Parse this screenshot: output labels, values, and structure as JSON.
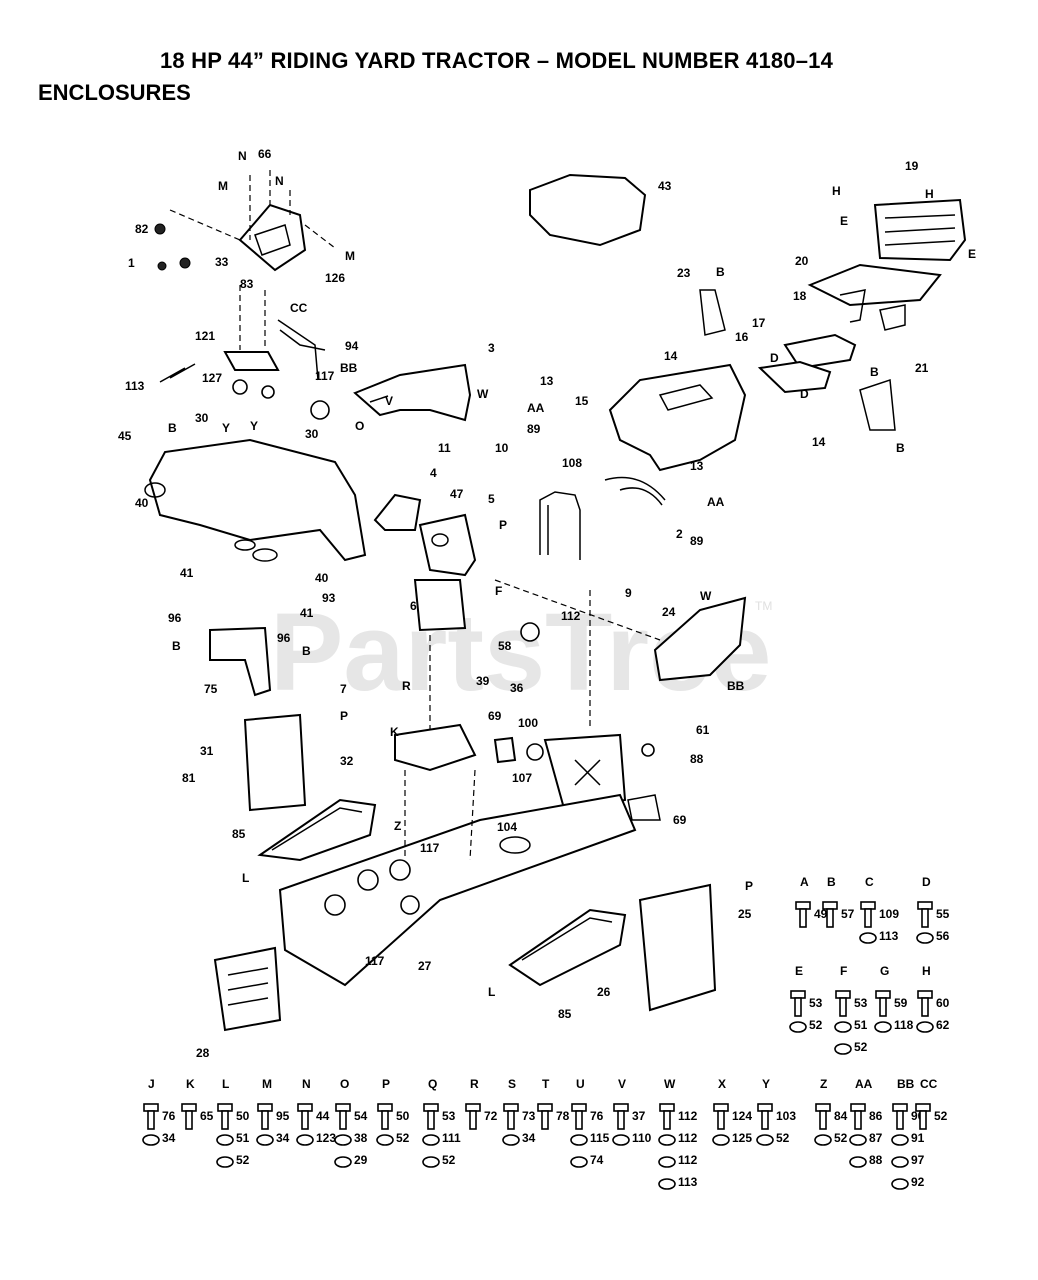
{
  "header": {
    "title": "18 HP 44” RIDING YARD TRACTOR – MODEL NUMBER 4180–14",
    "subtitle": "ENCLOSURES"
  },
  "watermark": {
    "text": "PartsTree",
    "mark": "TM"
  },
  "callouts": [
    {
      "id": "c-n1",
      "text": "N"
    },
    {
      "id": "c-66",
      "text": "66"
    },
    {
      "id": "c-n2",
      "text": "N"
    },
    {
      "id": "c-m1",
      "text": "M"
    },
    {
      "id": "c-82",
      "text": "82"
    },
    {
      "id": "c-1",
      "text": "1"
    },
    {
      "id": "c-33",
      "text": "33"
    },
    {
      "id": "c-m2",
      "text": "M"
    },
    {
      "id": "c-126",
      "text": "126"
    },
    {
      "id": "c-83",
      "text": "83"
    },
    {
      "id": "c-cc",
      "text": "CC"
    },
    {
      "id": "c-121",
      "text": "121"
    },
    {
      "id": "c-94",
      "text": "94"
    },
    {
      "id": "c-113",
      "text": "113"
    },
    {
      "id": "c-127",
      "text": "127"
    },
    {
      "id": "c-117a",
      "text": "117"
    },
    {
      "id": "c-30a",
      "text": "30"
    },
    {
      "id": "c-30b",
      "text": "30"
    },
    {
      "id": "c-3",
      "text": "3"
    },
    {
      "id": "c-bb1",
      "text": "BB"
    },
    {
      "id": "c-v1",
      "text": "V"
    },
    {
      "id": "c-w1",
      "text": "W"
    },
    {
      "id": "c-o1",
      "text": "O"
    },
    {
      "id": "c-11",
      "text": "11"
    },
    {
      "id": "c-45",
      "text": "45"
    },
    {
      "id": "c-b1",
      "text": "B"
    },
    {
      "id": "c-y1",
      "text": "Y"
    },
    {
      "id": "c-y2",
      "text": "Y"
    },
    {
      "id": "c-40a",
      "text": "40"
    },
    {
      "id": "c-40b",
      "text": "40"
    },
    {
      "id": "c-4",
      "text": "4"
    },
    {
      "id": "c-47",
      "text": "47"
    },
    {
      "id": "c-41a",
      "text": "41"
    },
    {
      "id": "c-41b",
      "text": "41"
    },
    {
      "id": "c-93",
      "text": "93"
    },
    {
      "id": "c-96a",
      "text": "96"
    },
    {
      "id": "c-96b",
      "text": "96"
    },
    {
      "id": "c-b2",
      "text": "B"
    },
    {
      "id": "c-b3",
      "text": "B"
    },
    {
      "id": "c-75",
      "text": "75"
    },
    {
      "id": "c-7",
      "text": "7"
    },
    {
      "id": "c-43",
      "text": "43"
    },
    {
      "id": "c-23",
      "text": "23"
    },
    {
      "id": "c-b4",
      "text": "B"
    },
    {
      "id": "c-14a",
      "text": "14"
    },
    {
      "id": "c-13a",
      "text": "13"
    },
    {
      "id": "c-15",
      "text": "15"
    },
    {
      "id": "c-aa1",
      "text": "AA"
    },
    {
      "id": "c-89a",
      "text": "89"
    },
    {
      "id": "c-108",
      "text": "108"
    },
    {
      "id": "c-10",
      "text": "10"
    },
    {
      "id": "c-2",
      "text": "2"
    },
    {
      "id": "c-89b",
      "text": "89"
    },
    {
      "id": "c-aa2",
      "text": "AA"
    },
    {
      "id": "c-13b",
      "text": "13"
    },
    {
      "id": "c-14b",
      "text": "14"
    },
    {
      "id": "c-17",
      "text": "17"
    },
    {
      "id": "c-16",
      "text": "16"
    },
    {
      "id": "c-d1",
      "text": "D"
    },
    {
      "id": "c-d2",
      "text": "D"
    },
    {
      "id": "c-20",
      "text": "20"
    },
    {
      "id": "c-18",
      "text": "18"
    },
    {
      "id": "c-21",
      "text": "21"
    },
    {
      "id": "c-19",
      "text": "19"
    },
    {
      "id": "c-h1",
      "text": "H"
    },
    {
      "id": "c-h2",
      "text": "H"
    },
    {
      "id": "c-e1",
      "text": "E"
    },
    {
      "id": "c-e2",
      "text": "E"
    },
    {
      "id": "c-b5",
      "text": "B"
    },
    {
      "id": "c-b6",
      "text": "B"
    },
    {
      "id": "c-5",
      "text": "5"
    },
    {
      "id": "c-p1",
      "text": "P"
    },
    {
      "id": "c-f1",
      "text": "F"
    },
    {
      "id": "c-9",
      "text": "9"
    },
    {
      "id": "c-6",
      "text": "6"
    },
    {
      "id": "c-24",
      "text": "24"
    },
    {
      "id": "c-w2",
      "text": "W"
    },
    {
      "id": "c-bb2",
      "text": "BB"
    },
    {
      "id": "c-112a",
      "text": "112"
    },
    {
      "id": "c-58",
      "text": "58"
    },
    {
      "id": "c-39",
      "text": "39"
    },
    {
      "id": "c-36",
      "text": "36"
    },
    {
      "id": "c-r1",
      "text": "R"
    },
    {
      "id": "c-p2",
      "text": "P"
    },
    {
      "id": "c-31",
      "text": "31"
    },
    {
      "id": "c-81",
      "text": "81"
    },
    {
      "id": "c-32",
      "text": "32"
    },
    {
      "id": "c-85a",
      "text": "85"
    },
    {
      "id": "c-69a",
      "text": "69"
    },
    {
      "id": "c-100",
      "text": "100"
    },
    {
      "id": "c-107",
      "text": "107"
    },
    {
      "id": "c-104",
      "text": "104"
    },
    {
      "id": "c-61",
      "text": "61"
    },
    {
      "id": "c-88",
      "text": "88"
    },
    {
      "id": "c-69b",
      "text": "69"
    },
    {
      "id": "c-117b",
      "text": "117"
    },
    {
      "id": "c-117c",
      "text": "117"
    },
    {
      "id": "c-27",
      "text": "27"
    },
    {
      "id": "c-26",
      "text": "26"
    },
    {
      "id": "c-85b",
      "text": "85"
    },
    {
      "id": "c-25",
      "text": "25"
    },
    {
      "id": "c-p3",
      "text": "P"
    },
    {
      "id": "c-28",
      "text": "28"
    },
    {
      "id": "c-z1",
      "text": "Z"
    },
    {
      "id": "c-l1",
      "text": "L"
    },
    {
      "id": "c-l2",
      "text": "L"
    },
    {
      "id": "c-k1",
      "text": "K"
    }
  ],
  "hardware": [
    {
      "letter": "A",
      "parts": [
        "49"
      ]
    },
    {
      "letter": "B",
      "parts": [
        "57"
      ]
    },
    {
      "letter": "C",
      "parts": [
        "109",
        "113"
      ]
    },
    {
      "letter": "D",
      "parts": [
        "55",
        "56"
      ]
    },
    {
      "letter": "E",
      "parts": [
        "53",
        "52"
      ]
    },
    {
      "letter": "F",
      "parts": [
        "53",
        "51",
        "52"
      ]
    },
    {
      "letter": "G",
      "parts": [
        "59",
        "118"
      ]
    },
    {
      "letter": "H",
      "parts": [
        "60",
        "62"
      ]
    },
    {
      "letter": "J",
      "parts": [
        "76",
        "34"
      ]
    },
    {
      "letter": "K",
      "parts": [
        "65"
      ]
    },
    {
      "letter": "L",
      "parts": [
        "50",
        "51",
        "52"
      ]
    },
    {
      "letter": "M",
      "parts": [
        "95",
        "34"
      ]
    },
    {
      "letter": "N",
      "parts": [
        "44",
        "123"
      ]
    },
    {
      "letter": "O",
      "parts": [
        "54",
        "38",
        "29"
      ]
    },
    {
      "letter": "P",
      "parts": [
        "50",
        "52"
      ]
    },
    {
      "letter": "Q",
      "parts": [
        "53",
        "111",
        "52"
      ]
    },
    {
      "letter": "R",
      "parts": [
        "72"
      ]
    },
    {
      "letter": "S",
      "parts": [
        "73",
        "34"
      ]
    },
    {
      "letter": "T",
      "parts": [
        "78"
      ]
    },
    {
      "letter": "U",
      "parts": [
        "76",
        "115",
        "74"
      ]
    },
    {
      "letter": "V",
      "parts": [
        "37",
        "110"
      ]
    },
    {
      "letter": "W",
      "parts": [
        "112",
        "112",
        "112",
        "113"
      ]
    },
    {
      "letter": "X",
      "parts": [
        "124",
        "125"
      ]
    },
    {
      "letter": "Y",
      "parts": [
        "103",
        "52"
      ]
    },
    {
      "letter": "Z",
      "parts": [
        "84",
        "52"
      ]
    },
    {
      "letter": "AA",
      "parts": [
        "86",
        "87",
        "88"
      ]
    },
    {
      "letter": "BB",
      "parts": [
        "90",
        "91",
        "97",
        "92"
      ]
    },
    {
      "letter": "CC",
      "parts": [
        "52"
      ]
    }
  ]
}
